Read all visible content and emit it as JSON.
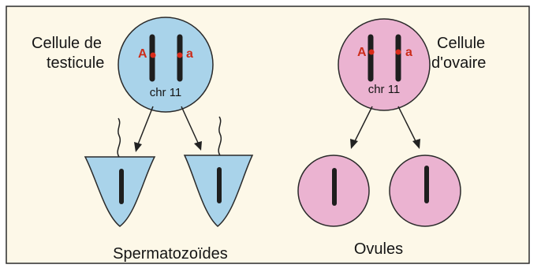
{
  "colors": {
    "page_background": "#ffffff",
    "panel_background": "#fdf8e8",
    "panel_border": "#2b2b2b",
    "male_cell_fill": "#a9d3ea",
    "female_cell_fill": "#ebb3d1",
    "outline": "#2a2a2a",
    "chromosome": "#1e1e1e",
    "allele_dot": "#d92b1a",
    "allele_label": "#cc2d1b",
    "text": "#151515"
  },
  "male": {
    "cell_label_line1": "Cellule de",
    "cell_label_line2": "testicule",
    "allele_left": "A",
    "allele_right": "a",
    "chromosome_label": "chr 11",
    "gametes_label": "Spermatozoïdes",
    "gamete_count": 2
  },
  "female": {
    "cell_label_line1": "Cellule",
    "cell_label_line2": "d'ovaire",
    "allele_left": "A",
    "allele_right": "a",
    "chromosome_label": "chr 11",
    "gametes_label": "Ovules",
    "gamete_count": 2
  }
}
